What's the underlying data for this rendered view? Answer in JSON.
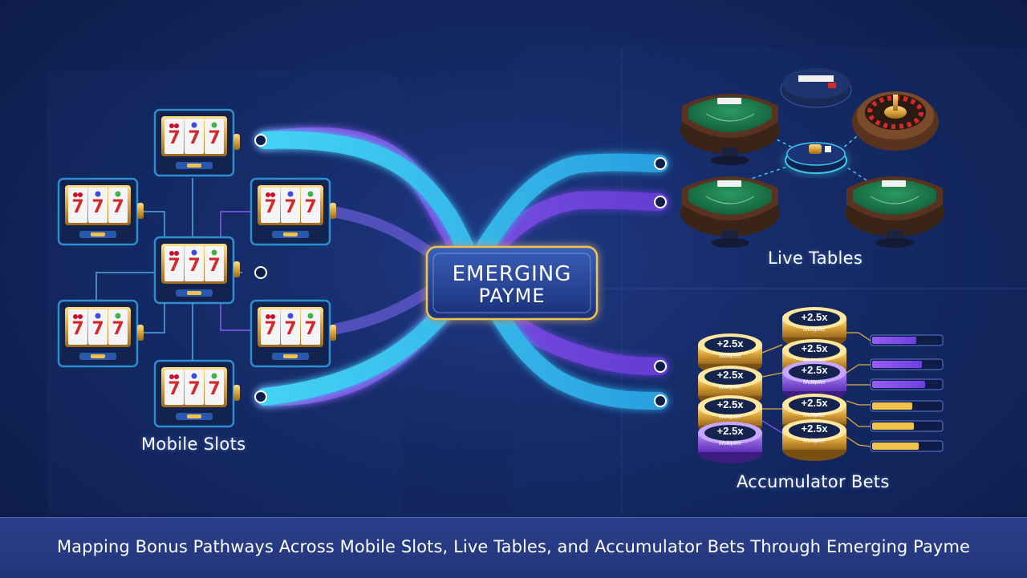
{
  "center_node": {
    "line1": "EMERGING",
    "line2": "PAYME"
  },
  "sections": {
    "mobile_slots": "Mobile Slots",
    "live_tables": "Live Tables",
    "accumulator_bets": "Accumulator Bets"
  },
  "multiplier": {
    "value": "+2.5x",
    "caption": "Multiplier"
  },
  "footer": {
    "caption": "Mapping Bonus Pathways Across Mobile Slots, Live Tables, and Accumulator Bets Through Emerging Payme"
  },
  "colors": {
    "cyan": "#3ec8f0",
    "purple": "#8a4cf0",
    "gold": "#e0b040",
    "felt": "#1e7a4e",
    "slot_frame": "#2c8fd4"
  },
  "icons": [
    "slot-machine-icon",
    "cherry-icon",
    "seven-icon",
    "blackjack-table-icon",
    "roulette-wheel-icon",
    "poker-chip-icon",
    "multiplier-coin-icon"
  ]
}
